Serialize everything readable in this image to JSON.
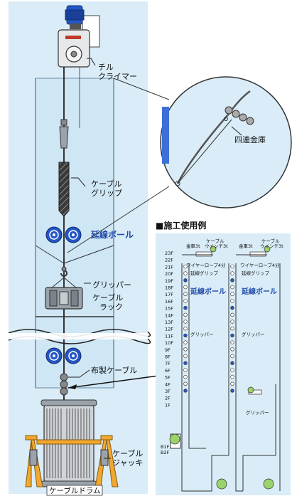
{
  "colors": {
    "panel_bg": "#d9ecf7",
    "shaft_bg": "#cfe6f5",
    "accent_blue": "#1f4aa8",
    "motor_blue": "#2456c7",
    "wood": "#f0a830",
    "reel_gray": "#cfd3d8"
  },
  "main_diagram": {
    "labels": {
      "chill_climber": "チル\nクライマー",
      "cable_grip": "ケーブル\nグリップ",
      "extension_ball": "延線ボール",
      "gripper": "グリッパー",
      "cable_rack": "ケーブル\nラック",
      "cloth_cable": "布製ケーブル",
      "cable_jack": "ケーブル\nジャッキ",
      "cable_drum": "ケーブルドラム"
    },
    "detail_label": "四連金庫"
  },
  "example": {
    "title": "■施工使用例",
    "floors": [
      "23F",
      "22F",
      "21F",
      "20F",
      "19F",
      "18F",
      "17F",
      "16F",
      "15F",
      "14F",
      "13F",
      "12F",
      "11F",
      "10F",
      "9F",
      "8F",
      "7F",
      "6F",
      "5F",
      "4F",
      "3F",
      "2F",
      "1F"
    ],
    "basement": [
      "B1F",
      "B2F"
    ],
    "labels": {
      "kanaguruma": "金車3t",
      "cable_winch": "ケーブル\nウインチ3t",
      "wire_rope": "ワイヤーロープ4分",
      "extension_grip": "延線グリップ",
      "extension_ball": "延線ボール",
      "gripper": "グリッパー"
    }
  }
}
